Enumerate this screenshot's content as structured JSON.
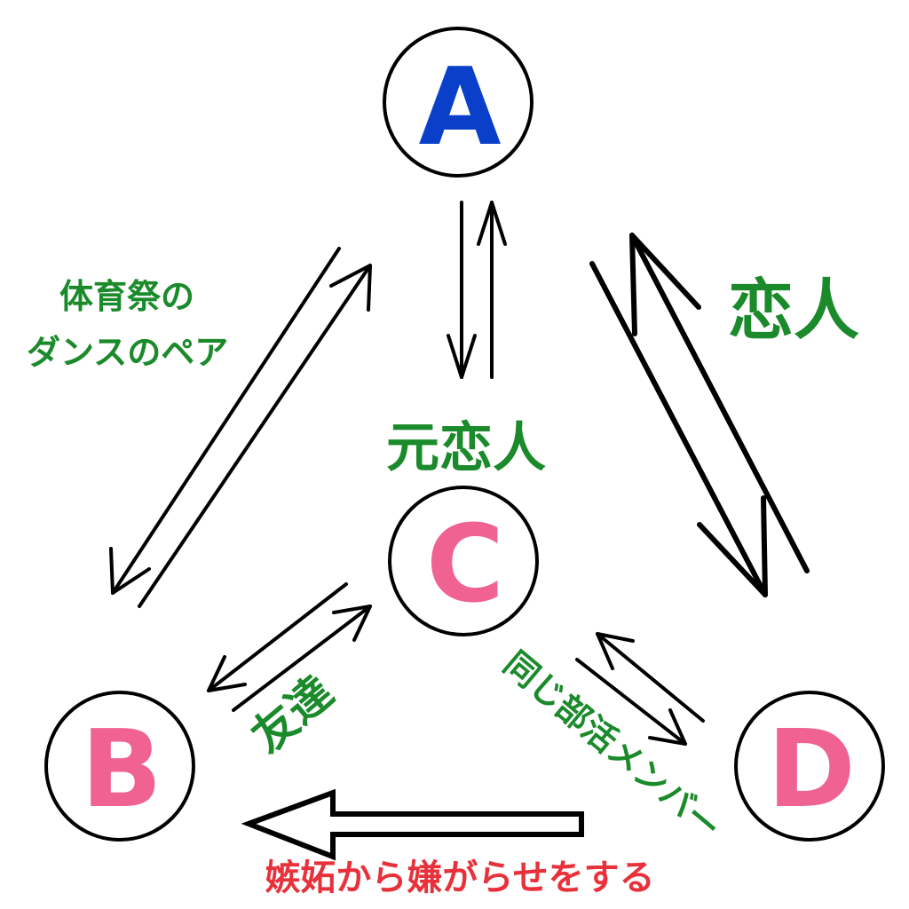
{
  "nodes": {
    "a": {
      "label": "A",
      "color": "#0a3fc9"
    },
    "b": {
      "label": "B",
      "color": "#f06292"
    },
    "c": {
      "label": "C",
      "color": "#f06292"
    },
    "d": {
      "label": "D",
      "color": "#f06292"
    }
  },
  "relations": {
    "a_b_line1": "体育祭の",
    "a_b_line2": "ダンスのペア",
    "a_c": "元恋人",
    "a_d": "恋人",
    "b_c": "友達",
    "c_d": "同じ部活メンバー",
    "b_from_d": "嫉妬から嫌がらせをする"
  },
  "colors": {
    "relation_text": "#1a8a2a",
    "harassment_text": "#e8313a",
    "arrow": "#000000"
  }
}
